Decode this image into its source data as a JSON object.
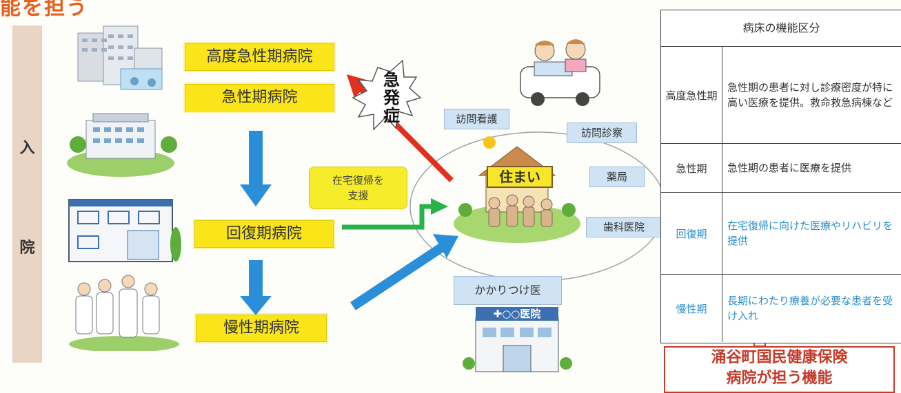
{
  "title": "能を担う",
  "admission": {
    "char1": "入",
    "char2": "院"
  },
  "hospitals": {
    "advanced_acute": "高度急性期病院",
    "acute": "急性期病院",
    "recovery": "回復期病院",
    "chronic": "慢性期病院"
  },
  "onset": {
    "line1": "急",
    "line2": "発",
    "line3": "症"
  },
  "support_box": {
    "line1": "在宅復帰を",
    "line2": "支援"
  },
  "home": {
    "label": "住まい"
  },
  "services": {
    "visiting_nursing": "訪問看護",
    "home_visit_exam": "訪問診察",
    "pharmacy": "薬局",
    "dental": "歯科医院",
    "family_doctor": "かかりつけ医",
    "clinic_sign": "○○医院"
  },
  "function_table": {
    "header": "病床の機能区分",
    "rows": [
      {
        "category": "高度急性期",
        "description": "急性期の患者に対し診療密度が特に高い医療を提供。救命救急病棟など"
      },
      {
        "category": "急性期",
        "description": "急性期の患者に医療を提供"
      },
      {
        "category": "回復期",
        "description": "在宅復帰に向けた医療やリハビリを提供"
      },
      {
        "category": "慢性期",
        "description": "長期にわたり療養が必要な患者を受け入れ"
      }
    ]
  },
  "callout": {
    "line1": "涌谷町国民健康保険",
    "line2": "病院が担う機能"
  },
  "colors": {
    "hospital_box": "#f9e51a",
    "service_box": "#cfe3f4",
    "arrow_blue": "#2a8fd8",
    "arrow_green": "#27b34a",
    "arrow_red": "#e0311e",
    "callout_red": "#c63a2a"
  }
}
